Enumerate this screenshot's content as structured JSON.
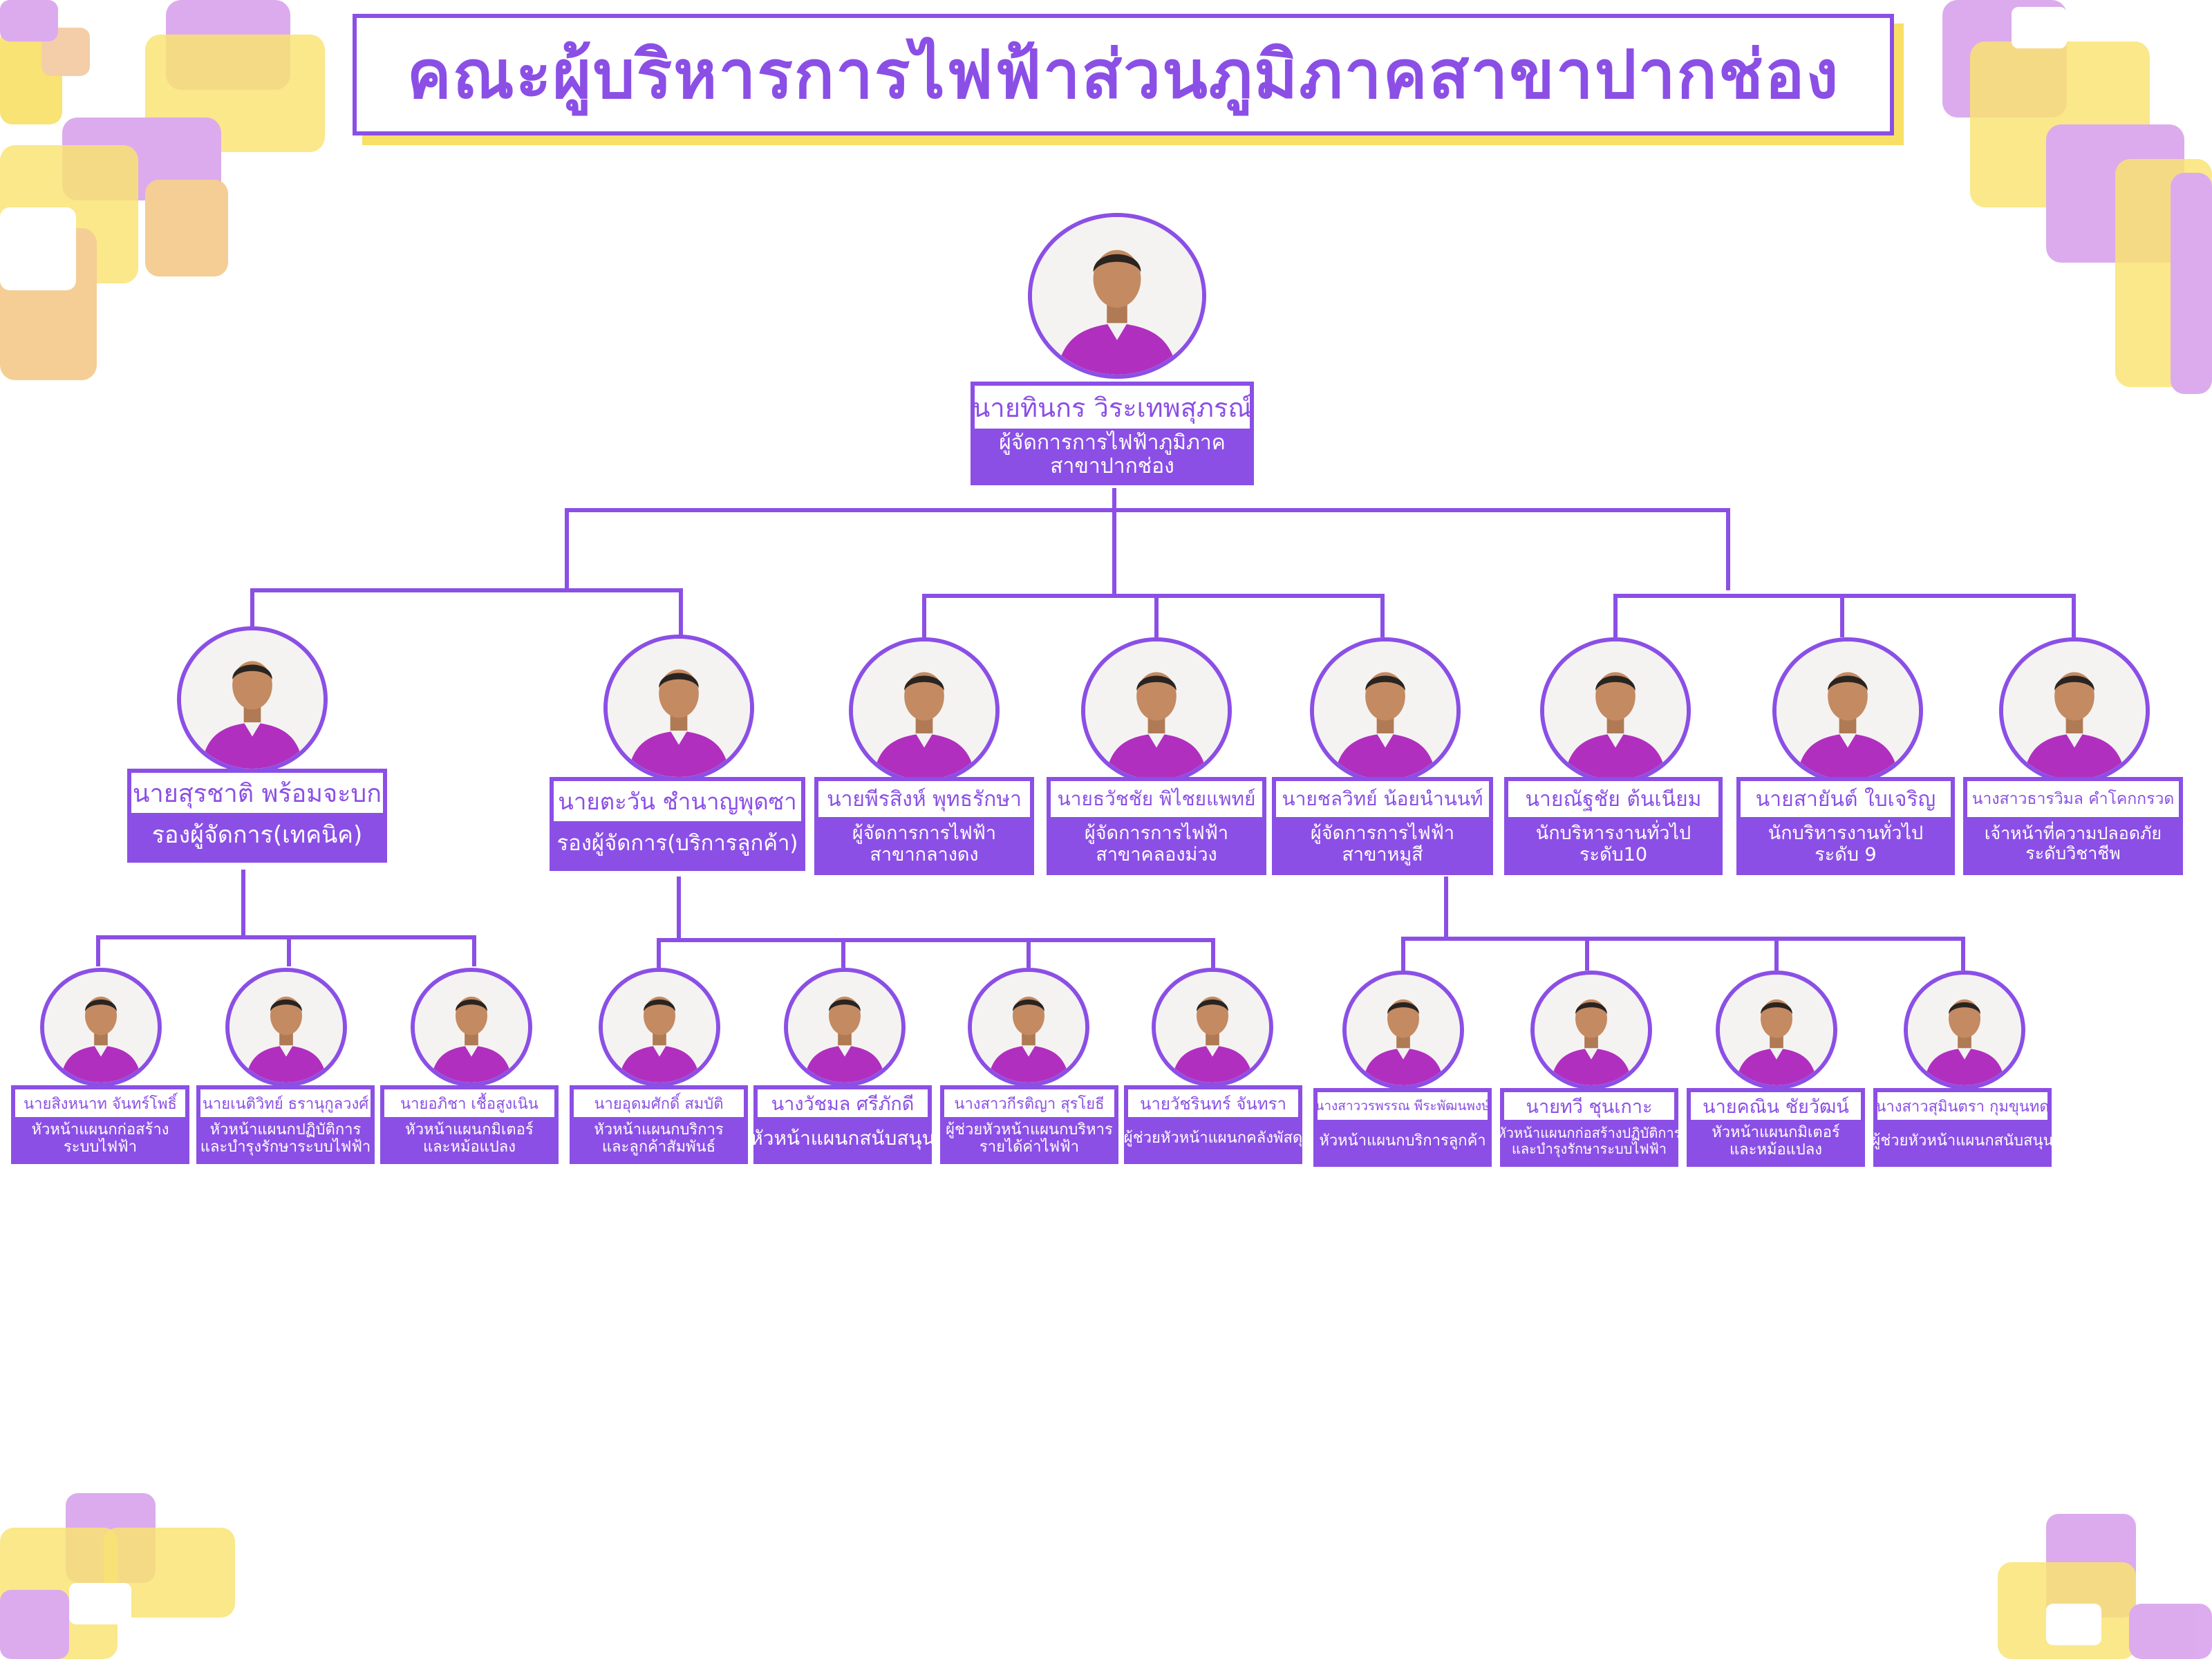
{
  "title": "คณะผู้บริหารการไฟฟ้าส่วนภูมิภาคสาขาปากช่อง",
  "colors": {
    "accent": "#8b4fe6",
    "shirt": "#b12fbf",
    "yellow": "#f8e066",
    "lilac": "#d9a3ec"
  },
  "top": {
    "name": "นายทินกร วิระเทพสุภรณ์",
    "role_lines": [
      "ผู้จัดการการไฟฟ้าภูมิภาค",
      "สาขาปากช่อง"
    ]
  },
  "level1": [
    {
      "name": "นายสุรชาติ พร้อมจะบก",
      "role_lines": [
        "รองผู้จัดการ(เทคนิค)"
      ]
    },
    {
      "name": "นายตะวัน ชำนาญพุดซา",
      "role_lines": [
        "รองผู้จัดการ(บริการลูกค้า)"
      ]
    },
    {
      "name": "นายพีรสิงห์ พุทธรักษา",
      "role_lines": [
        "ผู้จัดการการไฟฟ้า",
        "สาขากลางดง"
      ]
    },
    {
      "name": "นายธวัชชัย พิไชยแพทย์",
      "role_lines": [
        "ผู้จัดการการไฟฟ้า",
        "สาขาคลองม่วง"
      ]
    },
    {
      "name": "นายชลวิทย์ น้อยนำนนท์",
      "role_lines": [
        "ผู้จัดการการไฟฟ้า",
        "สาขาหมูสี"
      ]
    },
    {
      "name": "นายณัฐชัย ต้นเนียม",
      "role_lines": [
        "นักบริหารงานทั่วไป",
        "ระดับ10"
      ]
    },
    {
      "name": "นายสายันต์ ใบเจริญ",
      "role_lines": [
        "นักบริหารงานทั่วไป",
        "ระดับ 9"
      ]
    },
    {
      "name": "นางสาวธารวิมล คำโคกกรวด",
      "role_lines": [
        "เจ้าหน้าที่ความปลอดภัย",
        "ระดับวิชาชีพ"
      ]
    }
  ],
  "level2": [
    {
      "name": "นายสิงหนาท จันทร์โพธิ์",
      "role_lines": [
        "หัวหน้าแผนกก่อสร้าง",
        "ระบบไฟฟ้า"
      ]
    },
    {
      "name": "นายเนติวิทย์ ธรานุกูลวงศ์",
      "role_lines": [
        "หัวหน้าแผนกปฏิบัติการ",
        "และบำรุงรักษาระบบไฟฟ้า"
      ]
    },
    {
      "name": "นายอภิชา เชื้อสูงเนิน",
      "role_lines": [
        "หัวหน้าแผนกมิเตอร์",
        "และหม้อแปลง"
      ]
    },
    {
      "name": "นายอุดมศักดิ์ สมบัติ",
      "role_lines": [
        "หัวหน้าแผนกบริการ",
        "และลูกค้าสัมพันธ์"
      ]
    },
    {
      "name": "นางวัชมล ศรีภักดี",
      "role_lines": [
        "หัวหน้าแผนกสนับสนุน"
      ]
    },
    {
      "name": "นางสาวกีรติญา สุรโยธี",
      "role_lines": [
        "ผู้ช่วยหัวหน้าแผนกบริหาร",
        "รายได้ค่าไฟฟ้า"
      ]
    },
    {
      "name": "นายวัชรินทร์ จันทรา",
      "role_lines": [
        "ผู้ช่วยหัวหน้าแผนกคลังพัสดุ"
      ]
    },
    {
      "name": "นางสาววรพรรณ พีระพัฒนพงษ์",
      "role_lines": [
        "หัวหน้าแผนกบริการลูกค้า"
      ]
    },
    {
      "name": "นายทวี ชุนเกาะ",
      "role_lines": [
        "หัวหน้าแผนกก่อสร้างปฏิบัติการ",
        "และบำรุงรักษาระบบไฟฟ้า"
      ]
    },
    {
      "name": "นายคณิน ชัยวัฒน์",
      "role_lines": [
        "หัวหน้าแผนกมิเตอร์",
        "และหม้อแปลง"
      ]
    },
    {
      "name": "นางสาวสุมินตรา กุมขุนทด",
      "role_lines": [
        "ผู้ช่วยหัวหน้าแผนกสนับสนุน"
      ]
    }
  ]
}
